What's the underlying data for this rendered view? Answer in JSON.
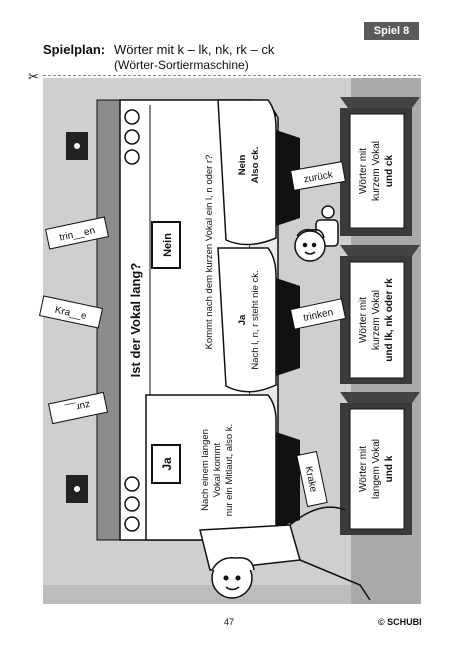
{
  "header": {
    "badge": "Spiel 8",
    "label": "Spielplan:",
    "title": "Wörter mit k – lk, nk, rk – ck",
    "subtitle": "(Wörter-Sortiermaschine)"
  },
  "scissors_icon": "scissors-icon",
  "machine": {
    "question": "Ist der Vokal lang?",
    "yes_label": "Ja",
    "no_label": "Nein",
    "rule_long": [
      "Nach einem langen",
      "Vokal kommt",
      "nur ein Mitlaut, also k."
    ],
    "question2": "Kommt nach dem kurzen Vokal ein l, n oder r?",
    "rule_yes": [
      "Ja",
      "Nach l, n, r steht nie ck."
    ],
    "rule_no": [
      "Nein",
      "Also ck."
    ]
  },
  "word_cards": {
    "left": [
      "trin__en",
      "Kra__e",
      "zur__"
    ],
    "right": [
      "zurück",
      "trinken",
      "Krake"
    ]
  },
  "bins": [
    [
      "Wörter mit",
      "kurzem Vokal",
      "und ck"
    ],
    [
      "Wörter mit",
      "kurzem Vokal",
      "und lk, nk oder rk"
    ],
    [
      "Wörter mit",
      "langem Vokal",
      "und k"
    ]
  ],
  "footer": {
    "page_number": "47",
    "copyright": "© SCHUBI"
  }
}
